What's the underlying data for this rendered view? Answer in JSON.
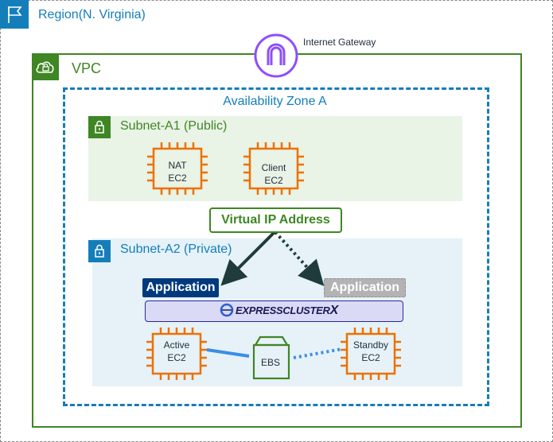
{
  "region": {
    "label": "Region(N. Virginia)",
    "icon": "flag-icon"
  },
  "internet_gateway": {
    "label": "Internet Gateway",
    "icon": "internet-gateway-icon"
  },
  "vpc": {
    "label": "VPC",
    "icon": "vpc-cloud-icon"
  },
  "availability_zone": {
    "label": "Availability Zone A"
  },
  "subnet_public": {
    "label": "Subnet-A1 (Public)",
    "icon": "lock-icon",
    "instances": [
      {
        "line1": "NAT",
        "line2": "EC2"
      },
      {
        "line1": "Client",
        "line2": "EC2"
      }
    ]
  },
  "virtual_ip": {
    "label": "Virtual IP Address"
  },
  "subnet_private": {
    "label": "Subnet-A2 (Private)",
    "icon": "lock-icon",
    "app_active_label": "Application",
    "app_standby_label": "Application",
    "cluster_label": "EXPRESSCLUSTER",
    "cluster_suffix": "X",
    "active": {
      "line1": "Active",
      "line2": "EC2"
    },
    "standby": {
      "line1": "Standby",
      "line2": "EC2"
    },
    "storage_label": "EBS"
  },
  "colors": {
    "region": "#147eba",
    "vpc": "#3f8624",
    "ec2": "#ed7100",
    "igw": "#8c4fff",
    "app_active": "#003a7d",
    "app_standby": "#b3b3b3",
    "link": "#3b8ee6",
    "arrow": "#1f3b3b"
  }
}
